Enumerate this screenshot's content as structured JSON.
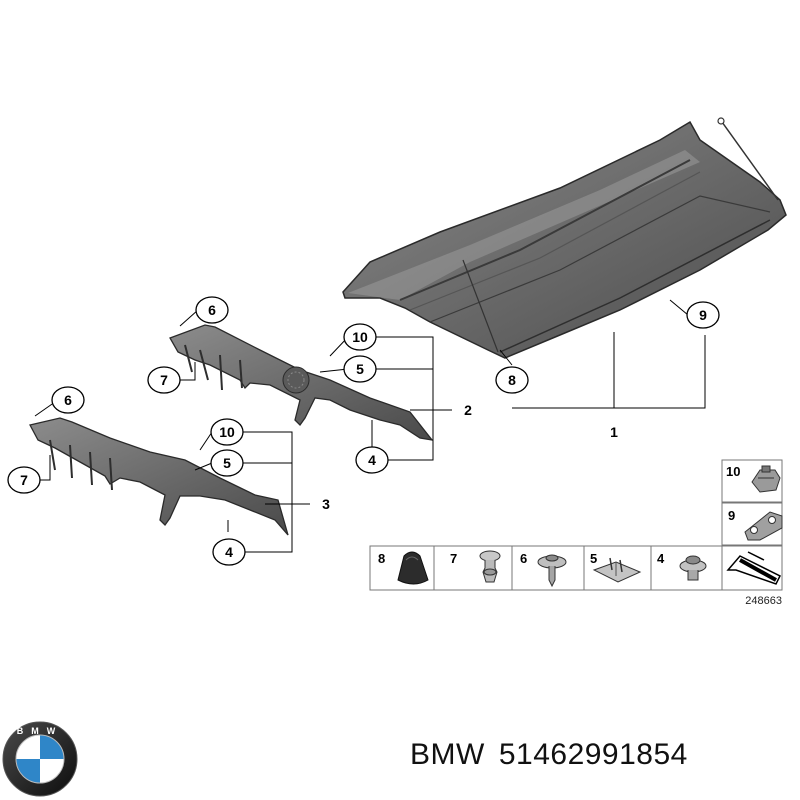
{
  "callouts": {
    "shelf_1": "1",
    "trim_2": "2",
    "trim_3": "3",
    "c4_upper": "4",
    "c4_lower": "4",
    "c5_upper": "5",
    "c5_lower": "5",
    "c6_upper": "6",
    "c6_lower": "6",
    "c7_upper": "7",
    "c7_lower": "7",
    "c8": "8",
    "c9": "9",
    "c10_upper": "10",
    "c10_lower": "10"
  },
  "parts_grid": {
    "cells": [
      "10",
      "9",
      "8",
      "7",
      "6",
      "5",
      "4"
    ]
  },
  "reference_number": "248663",
  "brand_name": "BMW",
  "part_number": "51462991854",
  "logo_letters": "BMW",
  "colors": {
    "part_gray": "#6f6f6f",
    "part_dark": "#3f3f3f",
    "logo_blue": "#2f86c8",
    "logo_ring": "#1a1a1a"
  }
}
